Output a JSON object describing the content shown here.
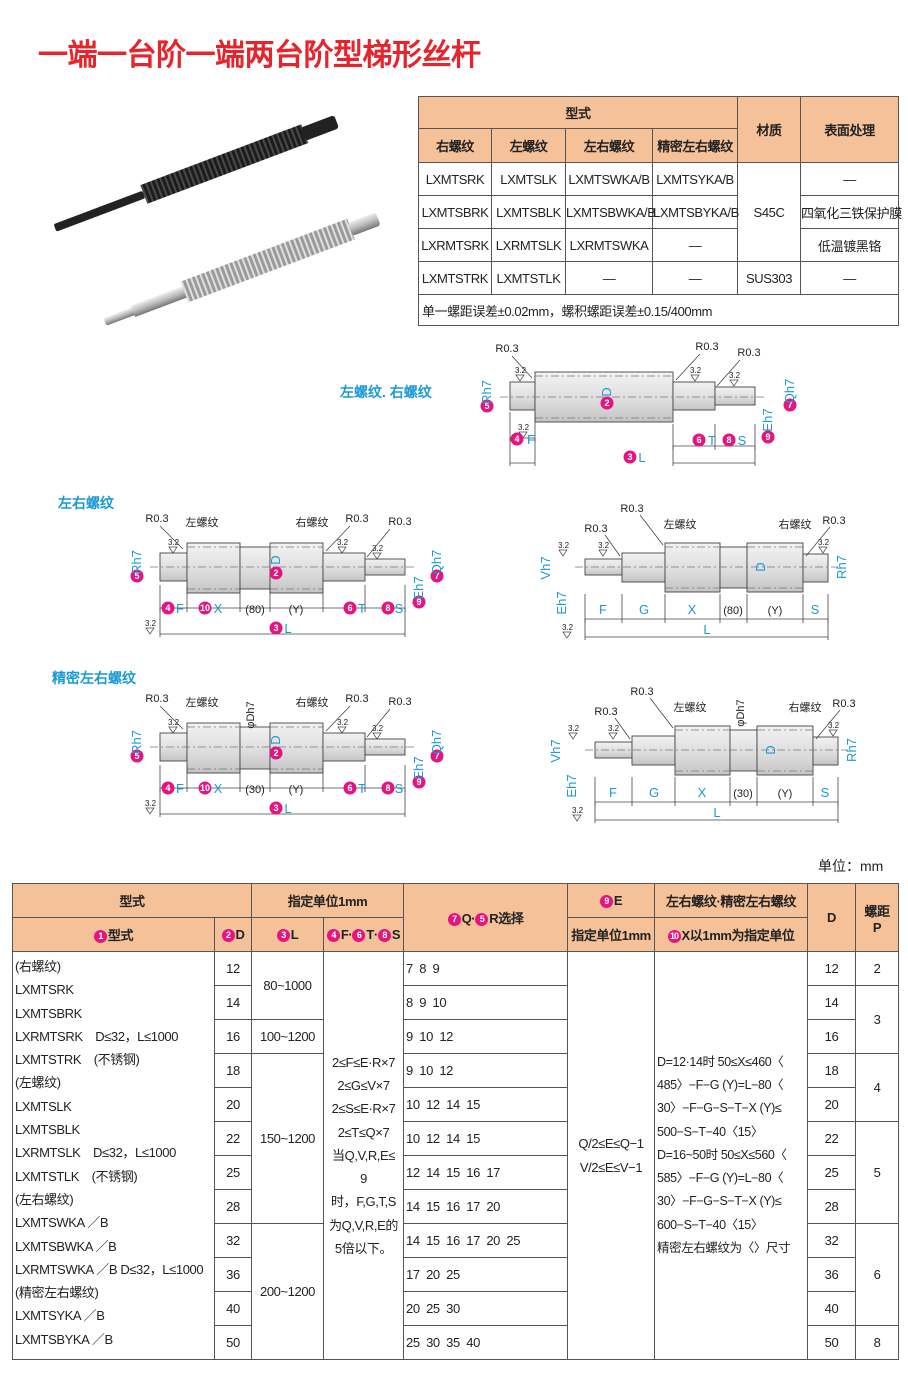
{
  "title": "一端一台阶一端两台阶型梯形丝杆",
  "spec_table": {
    "group_header": "型式",
    "material_header": "材质",
    "surface_header": "表面处理",
    "sub_headers": [
      "右螺纹",
      "左螺纹",
      "左右螺纹",
      "精密左右螺纹"
    ],
    "rows": [
      [
        "LXMTSRK",
        "LXMTSLK",
        "LXMTSWKA/B",
        "LXMTSYKA/B"
      ],
      [
        "LXMTSBRK",
        "LXMTSBLK",
        "LXMTSBWKA/B",
        "LXMTSBYKA/B"
      ],
      [
        "LXRMTSRK",
        "LXRMTSLK",
        "LXRMTSWKA",
        "—"
      ],
      [
        "LXMTSTRK",
        "LXMTSTLK",
        "—",
        "—"
      ]
    ],
    "materials": [
      "S45C",
      "SUS303"
    ],
    "surfaces": [
      "—",
      "四氧化三铁保护膜",
      "低温镀黑铬",
      "—"
    ],
    "note": "单一螺距误差±0.02mm，螺积螺距误差±0.15/400mm"
  },
  "diagrams": {
    "section1_title": "左螺纹. 右螺纹",
    "section2_title": "左右螺纹",
    "section3_title": "精密左右螺纹",
    "unit": "单位：mm",
    "r03": "R0.3",
    "roughness": "3.2",
    "left_thread": "左螺纹",
    "right_thread": "右螺纹",
    "labels": {
      "Rh7": "Rh7",
      "Qh7": "Qh7",
      "Eh7": "Eh7",
      "Vh7": "Vh7",
      "D": "D",
      "phiD": "φDh7",
      "F": "F",
      "G": "G",
      "T": "T",
      "S": "S",
      "L": "L",
      "X": "X",
      "n80": "(80)",
      "n30": "(30)",
      "Y": "(Y)"
    },
    "markers": {
      "m2": "2",
      "m3": "3",
      "m4": "4",
      "m5": "5",
      "m6": "6",
      "m7": "7",
      "m8": "8",
      "m9": "9",
      "m10": "10"
    }
  },
  "size_table": {
    "h_model_group": "型式",
    "h_unit": "指定单位1mm",
    "h_qr": {
      "n1": "7",
      "t1": "Q·",
      "n2": "5",
      "t2": "R选择"
    },
    "h_e": {
      "num": "9",
      "text": "E"
    },
    "h_e_unit": "指定单位1mm",
    "h_x_group": "左右螺纹·精密左右螺纹",
    "h_x_unit": {
      "num": "10",
      "text": "X以1mm为指定单位"
    },
    "h_d": "D",
    "h_pitch": "螺距",
    "h_pitch_sym": "P",
    "h_model": {
      "num": "1",
      "text": "型式"
    },
    "h_dcol": {
      "num": "2",
      "text": "D"
    },
    "h_lcol": {
      "num": "3",
      "text": "L"
    },
    "h_fts": [
      {
        "num": "4",
        "text": "F·"
      },
      {
        "num": "6",
        "text": "T·"
      },
      {
        "num": "8",
        "text": "S"
      }
    ],
    "model_lines": [
      "(右螺纹)",
      "LXMTSRK",
      "LXMTSBRK",
      "LXRMTSRK　D≤32，L≤1000",
      "LXMTSTRK　(不锈钢)",
      "(左螺纹)",
      "LXMTSLK",
      "LXMTSBLK",
      "LXRMTSLK　D≤32，L≤1000",
      "LXMTSTLK　(不锈钢)",
      "(左右螺纹)",
      "LXMTSWKA ／B",
      "LXMTSBWKA ／B",
      "LXRMTSWKA ／B D≤32，L≤1000",
      "(精密左右螺纹)",
      "LXMTSYKA ／B",
      "LXMTSBYKA ／B"
    ],
    "d_values": [
      "12",
      "14",
      "16",
      "18",
      "20",
      "22",
      "25",
      "28",
      "32",
      "36",
      "40",
      "50"
    ],
    "l_ranges": [
      "80~1000",
      "100~1200",
      "150~1200",
      "200~1200"
    ],
    "fts_lines": [
      "2≤F≤E·R×7",
      "2≤G≤V×7",
      "2≤S≤E·R×7",
      "2≤T≤Q×7",
      "当Q,V,R,E≤",
      "9",
      "时，F,G,T,S",
      "为Q,V,R,E的",
      "5倍以下。"
    ],
    "qr_options": [
      "7  8  9",
      "8  9  10",
      "9  10  12",
      "9  10  12",
      "10  12  14  15",
      "10  12  14  15",
      "12  14  15  16  17",
      "14  15  16  17  20",
      "14  15  16  17  20  25",
      "17  20  25",
      "20  25  30",
      "25  30  35  40"
    ],
    "e_lines": [
      "Q/2≤E≤Q−1",
      "V/2≤E≤V−1"
    ],
    "x_lines": [
      "D=12·14时 50≤X≤460〈",
      "485〉−F−G (Y)=L−80〈",
      "30〉−F−G−S−T−X (Y)≤",
      "500−S−T−40〈15〉",
      "D=16~50时 50≤X≤560〈",
      "585〉−F−G (Y)=L−80〈",
      "30〉−F−G−S−T−X (Y)≤",
      "600−S−T−40〈15〉",
      "精密左右螺纹为〈〉尺寸"
    ],
    "pitch": [
      "2",
      "3",
      "4",
      "5",
      "6",
      "8"
    ]
  }
}
